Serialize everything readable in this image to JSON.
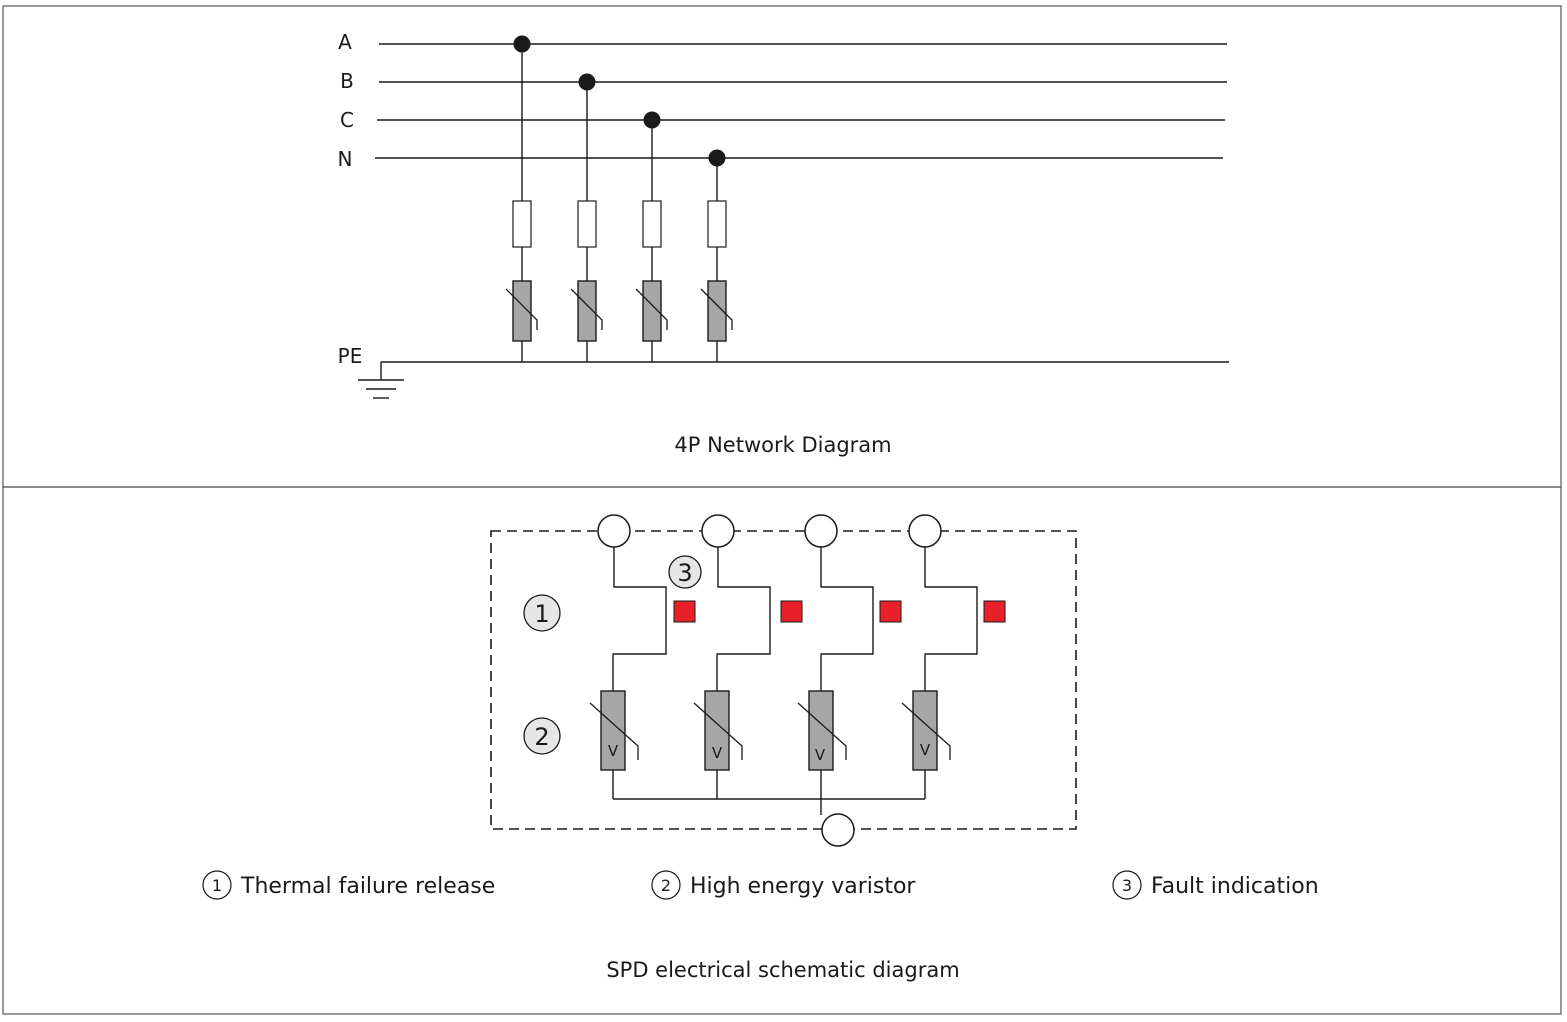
{
  "network_diagram": {
    "caption": "4P Network Diagram",
    "bus_labels": [
      "A",
      "B",
      "C",
      "N"
    ],
    "ground_label": "PE"
  },
  "schematic_diagram": {
    "caption": "SPD electrical schematic diagram",
    "markers": [
      "1",
      "2",
      "3"
    ],
    "varistor_symbol": "V",
    "legend": [
      {
        "number": "1",
        "label": "Thermal failure release"
      },
      {
        "number": "2",
        "label": "High energy varistor"
      },
      {
        "number": "3",
        "label": "Fault indication"
      }
    ]
  },
  "colors": {
    "line": "#1a1a1a",
    "varistor_fill": "#a6a6a6",
    "fault_indicator": "#e8202a",
    "marker_fill": "#e6e6e6",
    "border": "#555555"
  }
}
